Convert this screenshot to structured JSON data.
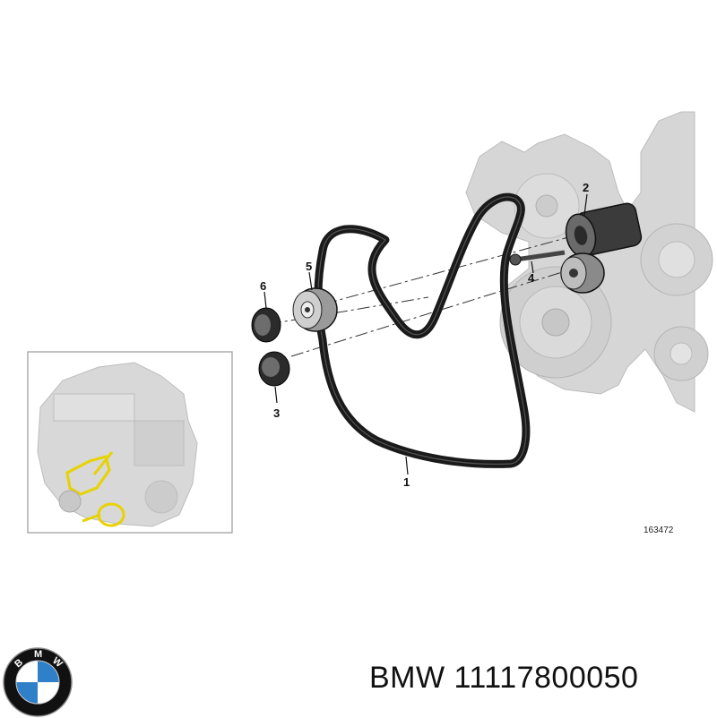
{
  "callouts": {
    "c1": "1",
    "c2": "2",
    "c3": "3",
    "c4": "4",
    "c5": "5",
    "c6": "6"
  },
  "reference_number": "163472",
  "logo": {
    "brand": "BMW",
    "letters": [
      "B",
      "M",
      "W"
    ],
    "colors": {
      "ring": "#111111",
      "blue": "#2f7fc9",
      "white": "#ffffff"
    }
  },
  "part_label": "BMW 11117800050",
  "colors": {
    "belt": "#1a1a1a",
    "engine": "#d4d4d4",
    "highlight": "#e8d200",
    "frame": "#999999"
  }
}
